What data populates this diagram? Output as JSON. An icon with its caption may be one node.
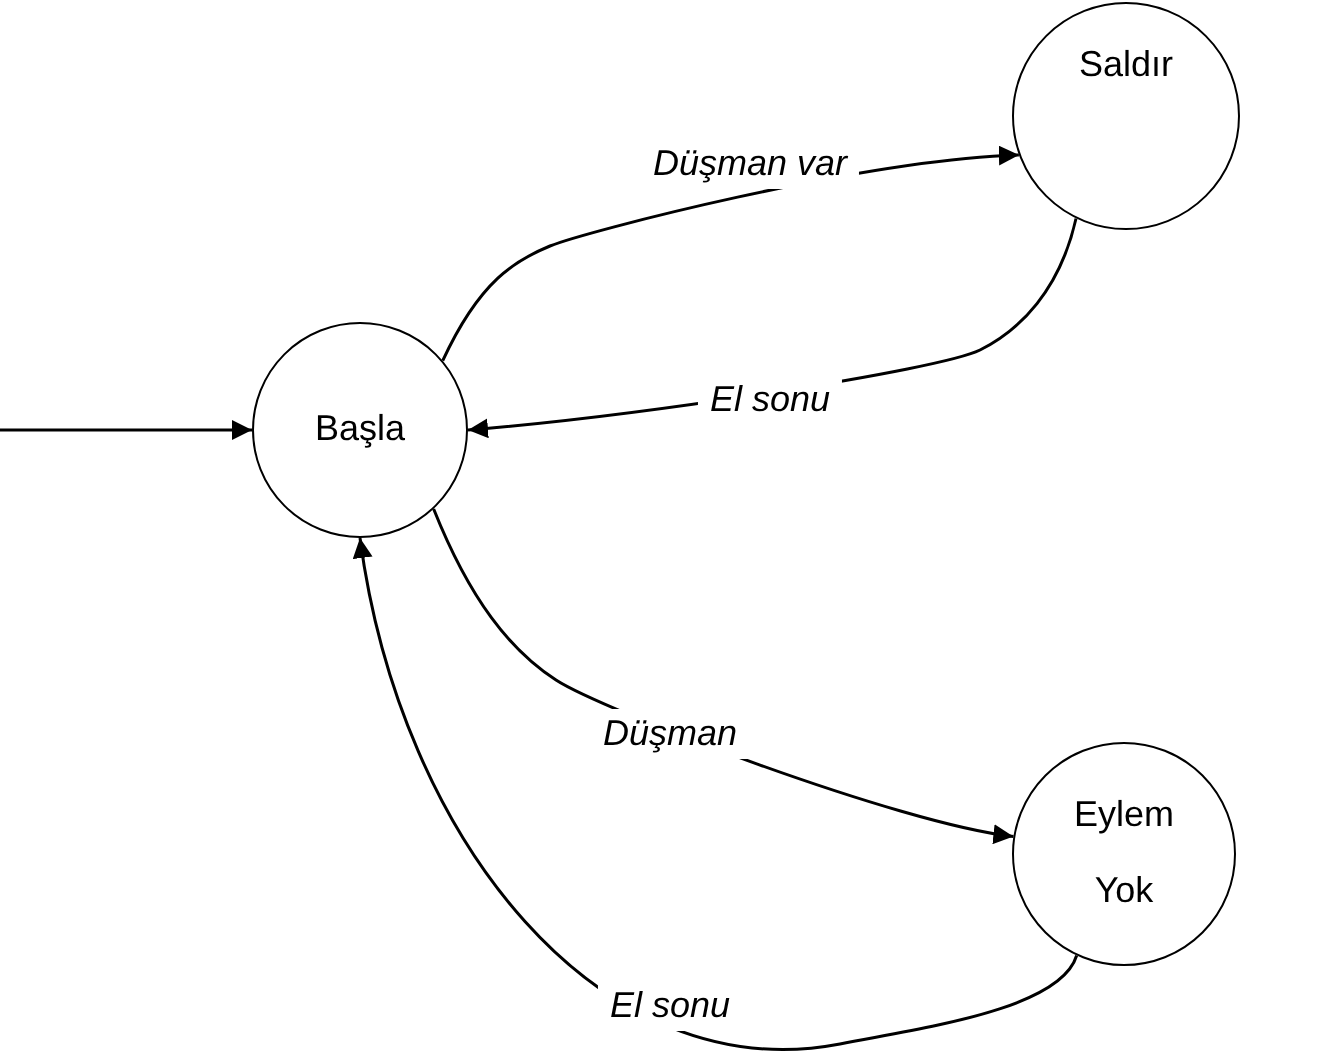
{
  "diagram": {
    "nodes": [
      {
        "text": [
          "Saldır"
        ]
      },
      {
        "text": [
          "Başla"
        ]
      },
      {
        "text": [
          "Eylem Yok"
        ]
      }
    ],
    "edges": [
      {
        "from": null,
        "to": 1,
        "arrow": "to"
      },
      {
        "from": 1,
        "to": 0,
        "arrow": "to",
        "label": "Düşman var"
      },
      {
        "from": 0,
        "to": 1,
        "arrow": "to",
        "label": "El sonu"
      },
      {
        "from": 1,
        "to": 2,
        "arrow": "to",
        "label": "Düşman"
      },
      {
        "from": 2,
        "to": 1,
        "arrow": "to",
        "label": "El sonu"
      }
    ]
  }
}
